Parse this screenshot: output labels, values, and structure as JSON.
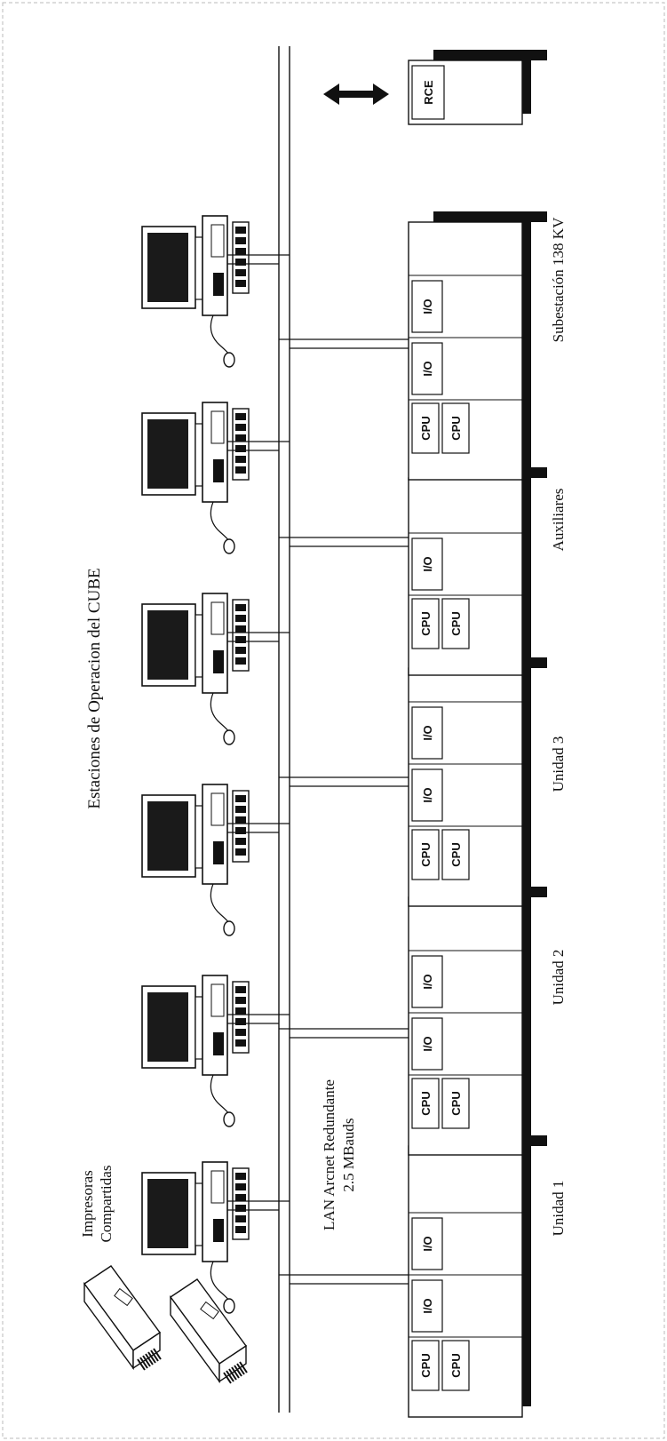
{
  "title": "Estaciones de Operacion del CUBE",
  "network": {
    "line1": "LAN Arcnet Redundante",
    "line2": "2.5 MBauds"
  },
  "printers": {
    "line1": "Impresoras",
    "line2": "Compartidas"
  },
  "workstation_count": 6,
  "units": [
    {
      "name": "Unidad 1",
      "modules": [
        "CPU",
        "CPU",
        "I/O",
        "I/O"
      ]
    },
    {
      "name": "Unidad 2",
      "modules": [
        "CPU",
        "CPU",
        "I/O",
        "I/O"
      ]
    },
    {
      "name": "Unidad 3",
      "modules": [
        "CPU",
        "CPU",
        "I/O",
        "I/O"
      ]
    },
    {
      "name": "Auxiliares",
      "modules": [
        "CPU",
        "CPU",
        "I/O"
      ]
    },
    {
      "name": "Subestación 138 KV",
      "modules": [
        "CPU",
        "CPU",
        "I/O",
        "I/O"
      ]
    }
  ],
  "rce": {
    "label": "RCE"
  },
  "colors": {
    "ink": "#111111",
    "screen": "#1a1a1a",
    "paper": "#ffffff"
  }
}
